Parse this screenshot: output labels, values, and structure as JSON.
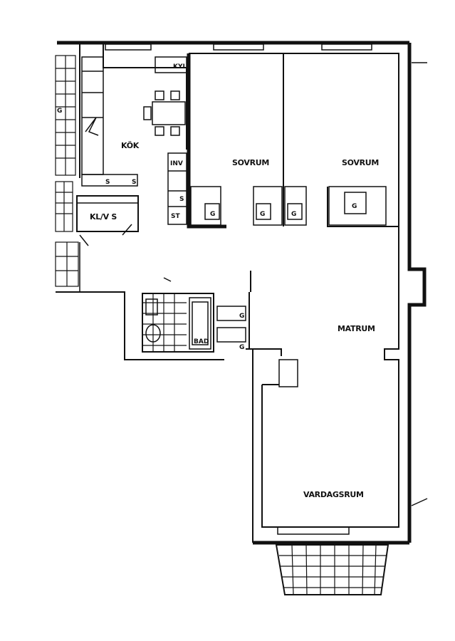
{
  "plan": {
    "rooms": {
      "kok": "KÖK",
      "sovrum_left": "SOVRUM",
      "sovrum_right": "SOVRUM",
      "klk_s": "KL/V S",
      "matrum": "MATRUM",
      "vardagsrum": "VARDAGSRUM",
      "bad": "BAD"
    },
    "labels": {
      "g1": "G",
      "g2": "G",
      "g3": "G",
      "g4": "G",
      "g5": "G",
      "g6": "G",
      "g7": "G",
      "s1": "S",
      "s2": "S",
      "s3": "S",
      "st": "ST",
      "kyl": "KYL",
      "inv": "INV"
    }
  }
}
